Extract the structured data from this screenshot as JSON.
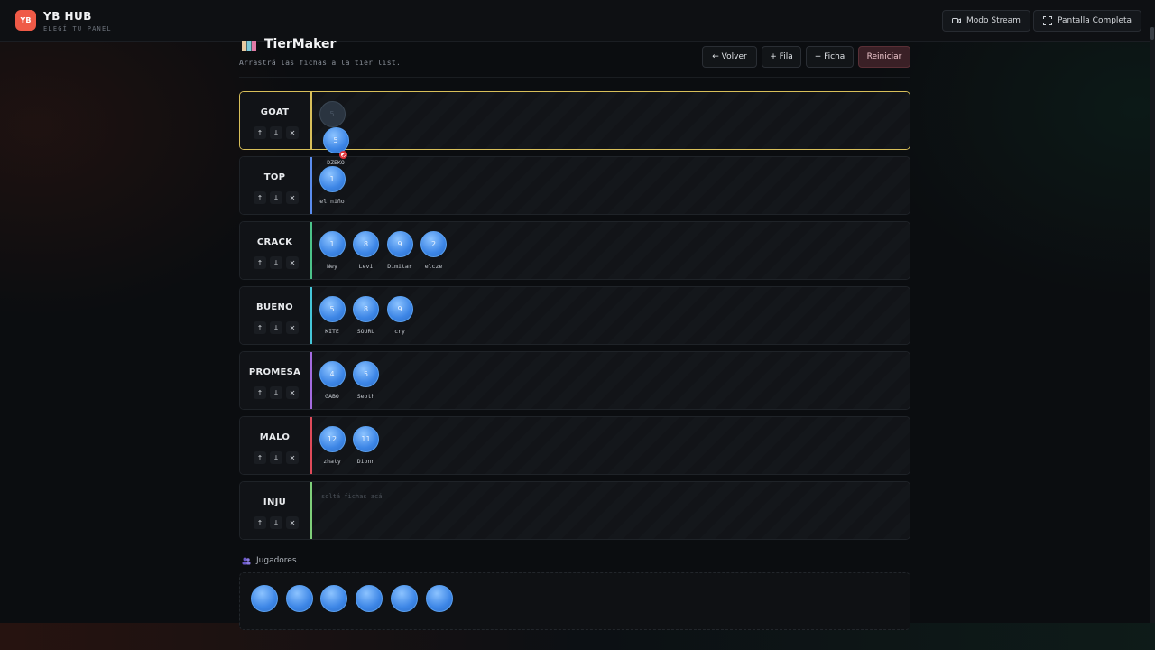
{
  "app": {
    "logo_text": "YB",
    "title": "YB HUB",
    "subtitle": "ELEGÍ TU PANEL",
    "stream_mode": "Modo Stream",
    "fullscreen": "Pantalla Completa"
  },
  "header": {
    "title": "TierMaker",
    "subtitle": "Arrastrá las fichas a la tier list.",
    "back": "← Volver",
    "add_row": "+ Fila",
    "add_chip": "+ Ficha",
    "reset": "Reiniciar"
  },
  "controls": {
    "up": "↑",
    "down": "↓",
    "remove": "✕"
  },
  "tiers": [
    {
      "name": "GOAT",
      "color": "#d8bf5a",
      "active": true,
      "chips": [],
      "ghost": {
        "number": "5",
        "name": "DZEKO"
      },
      "drag": {
        "number": "5"
      }
    },
    {
      "name": "TOP",
      "color": "#5b8def",
      "chips": [
        {
          "number": "1",
          "name": "el niño"
        }
      ]
    },
    {
      "name": "CRACK",
      "color": "#4cc38a",
      "chips": [
        {
          "number": "1",
          "name": "Ney"
        },
        {
          "number": "8",
          "name": "Levi"
        },
        {
          "number": "9",
          "name": "Dimitar"
        },
        {
          "number": "2",
          "name": "elcze"
        }
      ]
    },
    {
      "name": "BUENO",
      "color": "#45c6d9",
      "chips": [
        {
          "number": "5",
          "name": "KITE"
        },
        {
          "number": "8",
          "name": "SOURU"
        },
        {
          "number": "9",
          "name": "cry"
        }
      ]
    },
    {
      "name": "PROMESA",
      "color": "#a46be0",
      "chips": [
        {
          "number": "4",
          "name": "GABO"
        },
        {
          "number": "5",
          "name": "Seoth"
        }
      ]
    },
    {
      "name": "MALO",
      "color": "#e04b5a",
      "chips": [
        {
          "number": "12",
          "name": "zhaty"
        },
        {
          "number": "11",
          "name": "Dionn"
        }
      ]
    },
    {
      "name": "INJU",
      "color": "#7fcf7a",
      "chips": [],
      "empty_hint": "soltá fichas acá"
    }
  ],
  "players": {
    "title": "Jugadores",
    "count": 6
  }
}
